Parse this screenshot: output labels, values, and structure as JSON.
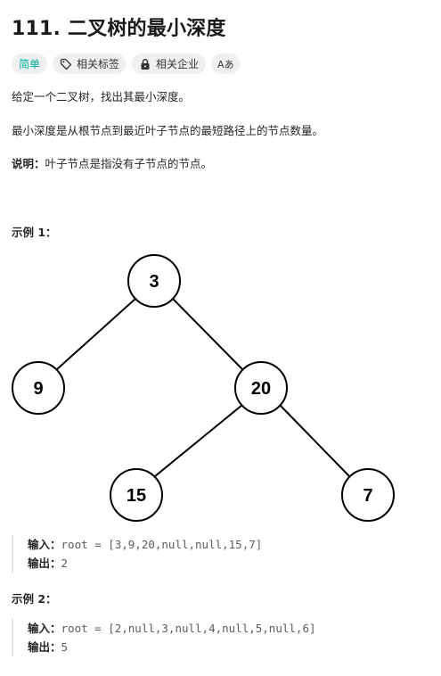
{
  "problem": {
    "title": "111. 二叉树的最小深度",
    "difficulty": "简单",
    "tags_label": "相关标签",
    "companies_label": "相关企业",
    "lang_label": "Aあ"
  },
  "description": {
    "line1": "给定一个二叉树，找出其最小深度。",
    "line2": "最小深度是从根节点到最近叶子节点的最短路径上的节点数量。",
    "note_label": "说明：",
    "note_text": "叶子节点是指没有子节点的节点。"
  },
  "example1": {
    "title": "示例 1：",
    "tree_nodes": [
      "3",
      "9",
      "20",
      "15",
      "7"
    ],
    "input_label": "输入：",
    "input_value": "root = [3,9,20,null,null,15,7]",
    "output_label": "输出：",
    "output_value": "2"
  },
  "example2": {
    "title": "示例 2：",
    "input_label": "输入：",
    "input_value": "root = [2,null,3,null,4,null,5,null,6]",
    "output_label": "输出：",
    "output_value": "5"
  },
  "colors": {
    "difficulty_easy": "#00af9b",
    "tag_bg": "#f0f0f0",
    "text": "#262626"
  }
}
